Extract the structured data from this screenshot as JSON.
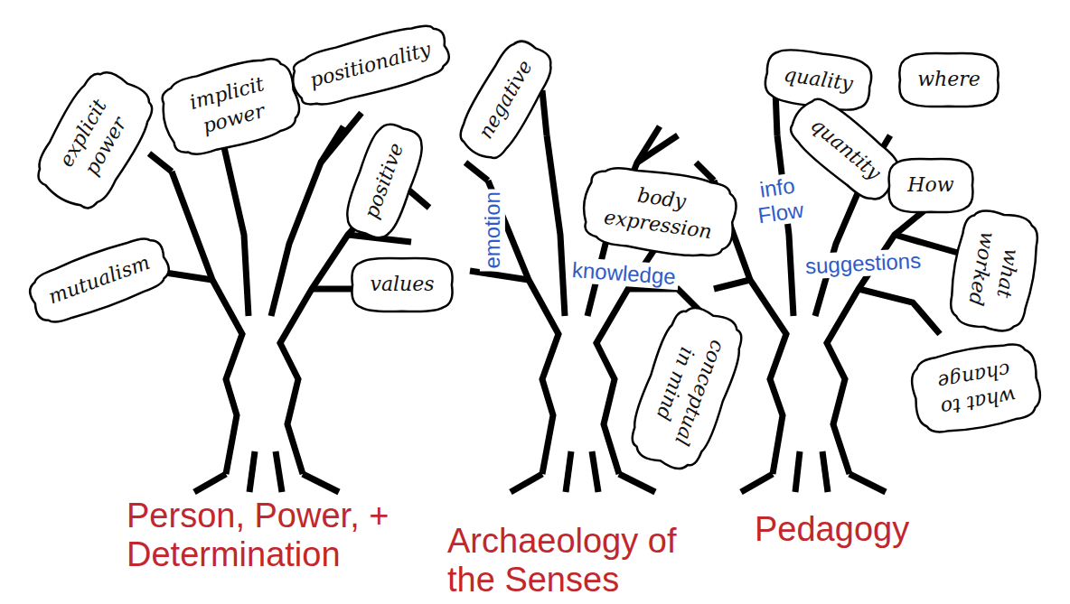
{
  "diagram": {
    "nodes": [
      {
        "text": [
          "explicit power"
        ]
      },
      {
        "text": [
          "implicit power"
        ]
      },
      {
        "text": [
          "positionality"
        ]
      },
      {
        "text": [
          "negative"
        ]
      },
      {
        "text": [
          "positive"
        ]
      },
      {
        "text": [
          "mutualism"
        ]
      },
      {
        "text": [
          "values"
        ]
      },
      {
        "text": [
          "body expression"
        ]
      },
      {
        "text": [
          "conceptual in mind"
        ]
      },
      {
        "text": [
          "quality"
        ]
      },
      {
        "text": [
          "where"
        ]
      },
      {
        "text": [
          "quantity"
        ]
      },
      {
        "text": [
          "How"
        ]
      },
      {
        "text": [
          "what worked"
        ]
      },
      {
        "text": [
          "what to change"
        ]
      }
    ],
    "labels": [
      "emotion",
      "knowledge",
      "info Flow",
      "suggestions",
      "Person, Power, + Determination",
      "Archaeology of the Senses",
      "Pedagogy"
    ]
  }
}
